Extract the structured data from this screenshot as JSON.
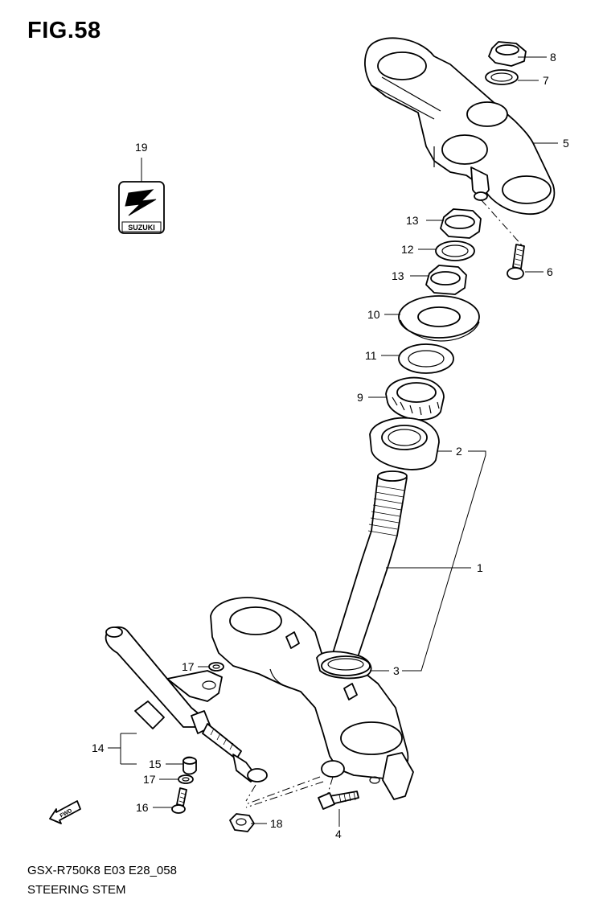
{
  "figure_title": "FIG.58",
  "caption_model": "GSX-R750K8 E03 E28_058",
  "caption_name": "STEERING STEM",
  "logo_text": "SUZUKI",
  "fwd_label": "FWD",
  "callouts": [
    {
      "id": "c1",
      "label": "1"
    },
    {
      "id": "c2",
      "label": "2"
    },
    {
      "id": "c3",
      "label": "3"
    },
    {
      "id": "c4",
      "label": "4"
    },
    {
      "id": "c5",
      "label": "5"
    },
    {
      "id": "c6",
      "label": "6"
    },
    {
      "id": "c7",
      "label": "7"
    },
    {
      "id": "c8",
      "label": "8"
    },
    {
      "id": "c9",
      "label": "9"
    },
    {
      "id": "c10",
      "label": "10"
    },
    {
      "id": "c11",
      "label": "11"
    },
    {
      "id": "c12",
      "label": "12"
    },
    {
      "id": "c13a",
      "label": "13"
    },
    {
      "id": "c13b",
      "label": "13"
    },
    {
      "id": "c14",
      "label": "14"
    },
    {
      "id": "c15",
      "label": "15"
    },
    {
      "id": "c16",
      "label": "16"
    },
    {
      "id": "c17a",
      "label": "17"
    },
    {
      "id": "c17b",
      "label": "17"
    },
    {
      "id": "c18",
      "label": "18"
    },
    {
      "id": "c19",
      "label": "19"
    }
  ]
}
